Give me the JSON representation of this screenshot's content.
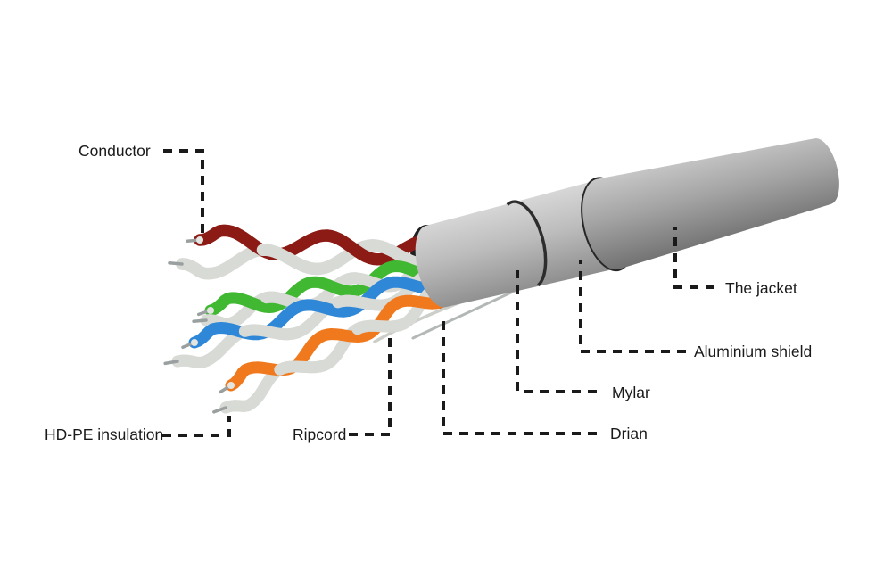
{
  "diagram": {
    "type": "cable-cutaway-diagram",
    "background": "#ffffff",
    "labels": {
      "conductor": "Conductor",
      "hdpe_insulation": "HD-PE insulation",
      "ripcord": "Ripcord",
      "drian": "Drian",
      "mylar": "Mylar",
      "aluminium_shield": "Aluminium shield",
      "jacket": "The jacket"
    },
    "parts": [
      "Conductor",
      "HD-PE insulation",
      "Ripcord",
      "Drian",
      "Mylar",
      "Aluminium shield",
      "The jacket"
    ],
    "colors": {
      "text": "#1a1a1a",
      "leader_line": "#1a1a1a",
      "pair_brown": "#8c1a15",
      "pair_green": "#41b832",
      "pair_blue": "#2f87d8",
      "pair_orange": "#f0791e",
      "white_strand": "#d8dad6",
      "pin_metal": "#9aa0a0",
      "mylar_grey": "#bcbcbc",
      "jacket_grey": "#a0a0a0",
      "shield_black": "#262626",
      "drain_wire_grey": "#b3b7b6",
      "ripcord_grey": "#cbcec9"
    }
  }
}
